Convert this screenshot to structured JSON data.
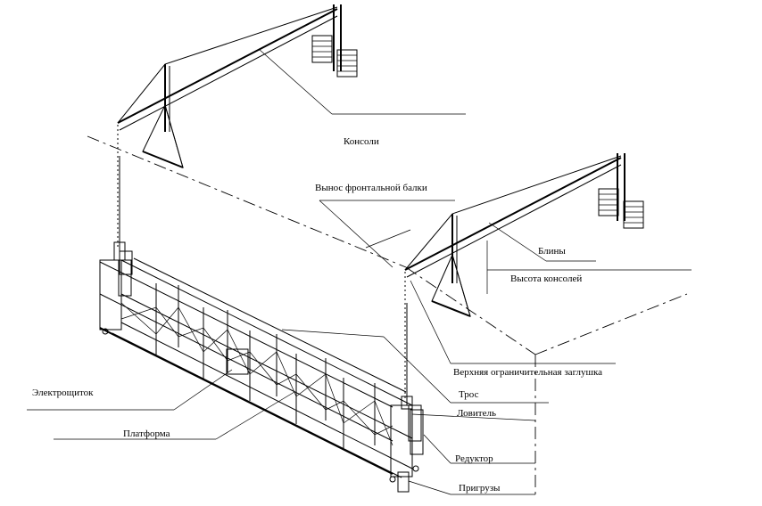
{
  "labels": {
    "consoles": "Консоли",
    "front_beam_overhang": "Вынос фронтальной балки",
    "counterweights": "Блины",
    "console_height": "Высота консолей",
    "top_limit_stop": "Верхняя ограничительная заглушка",
    "rope": "Трос",
    "catcher": "Ловитель",
    "control_box": "Электрощиток",
    "platform": "Платформа",
    "gearbox": "Редуктор",
    "ballast": "Пригрузы"
  }
}
